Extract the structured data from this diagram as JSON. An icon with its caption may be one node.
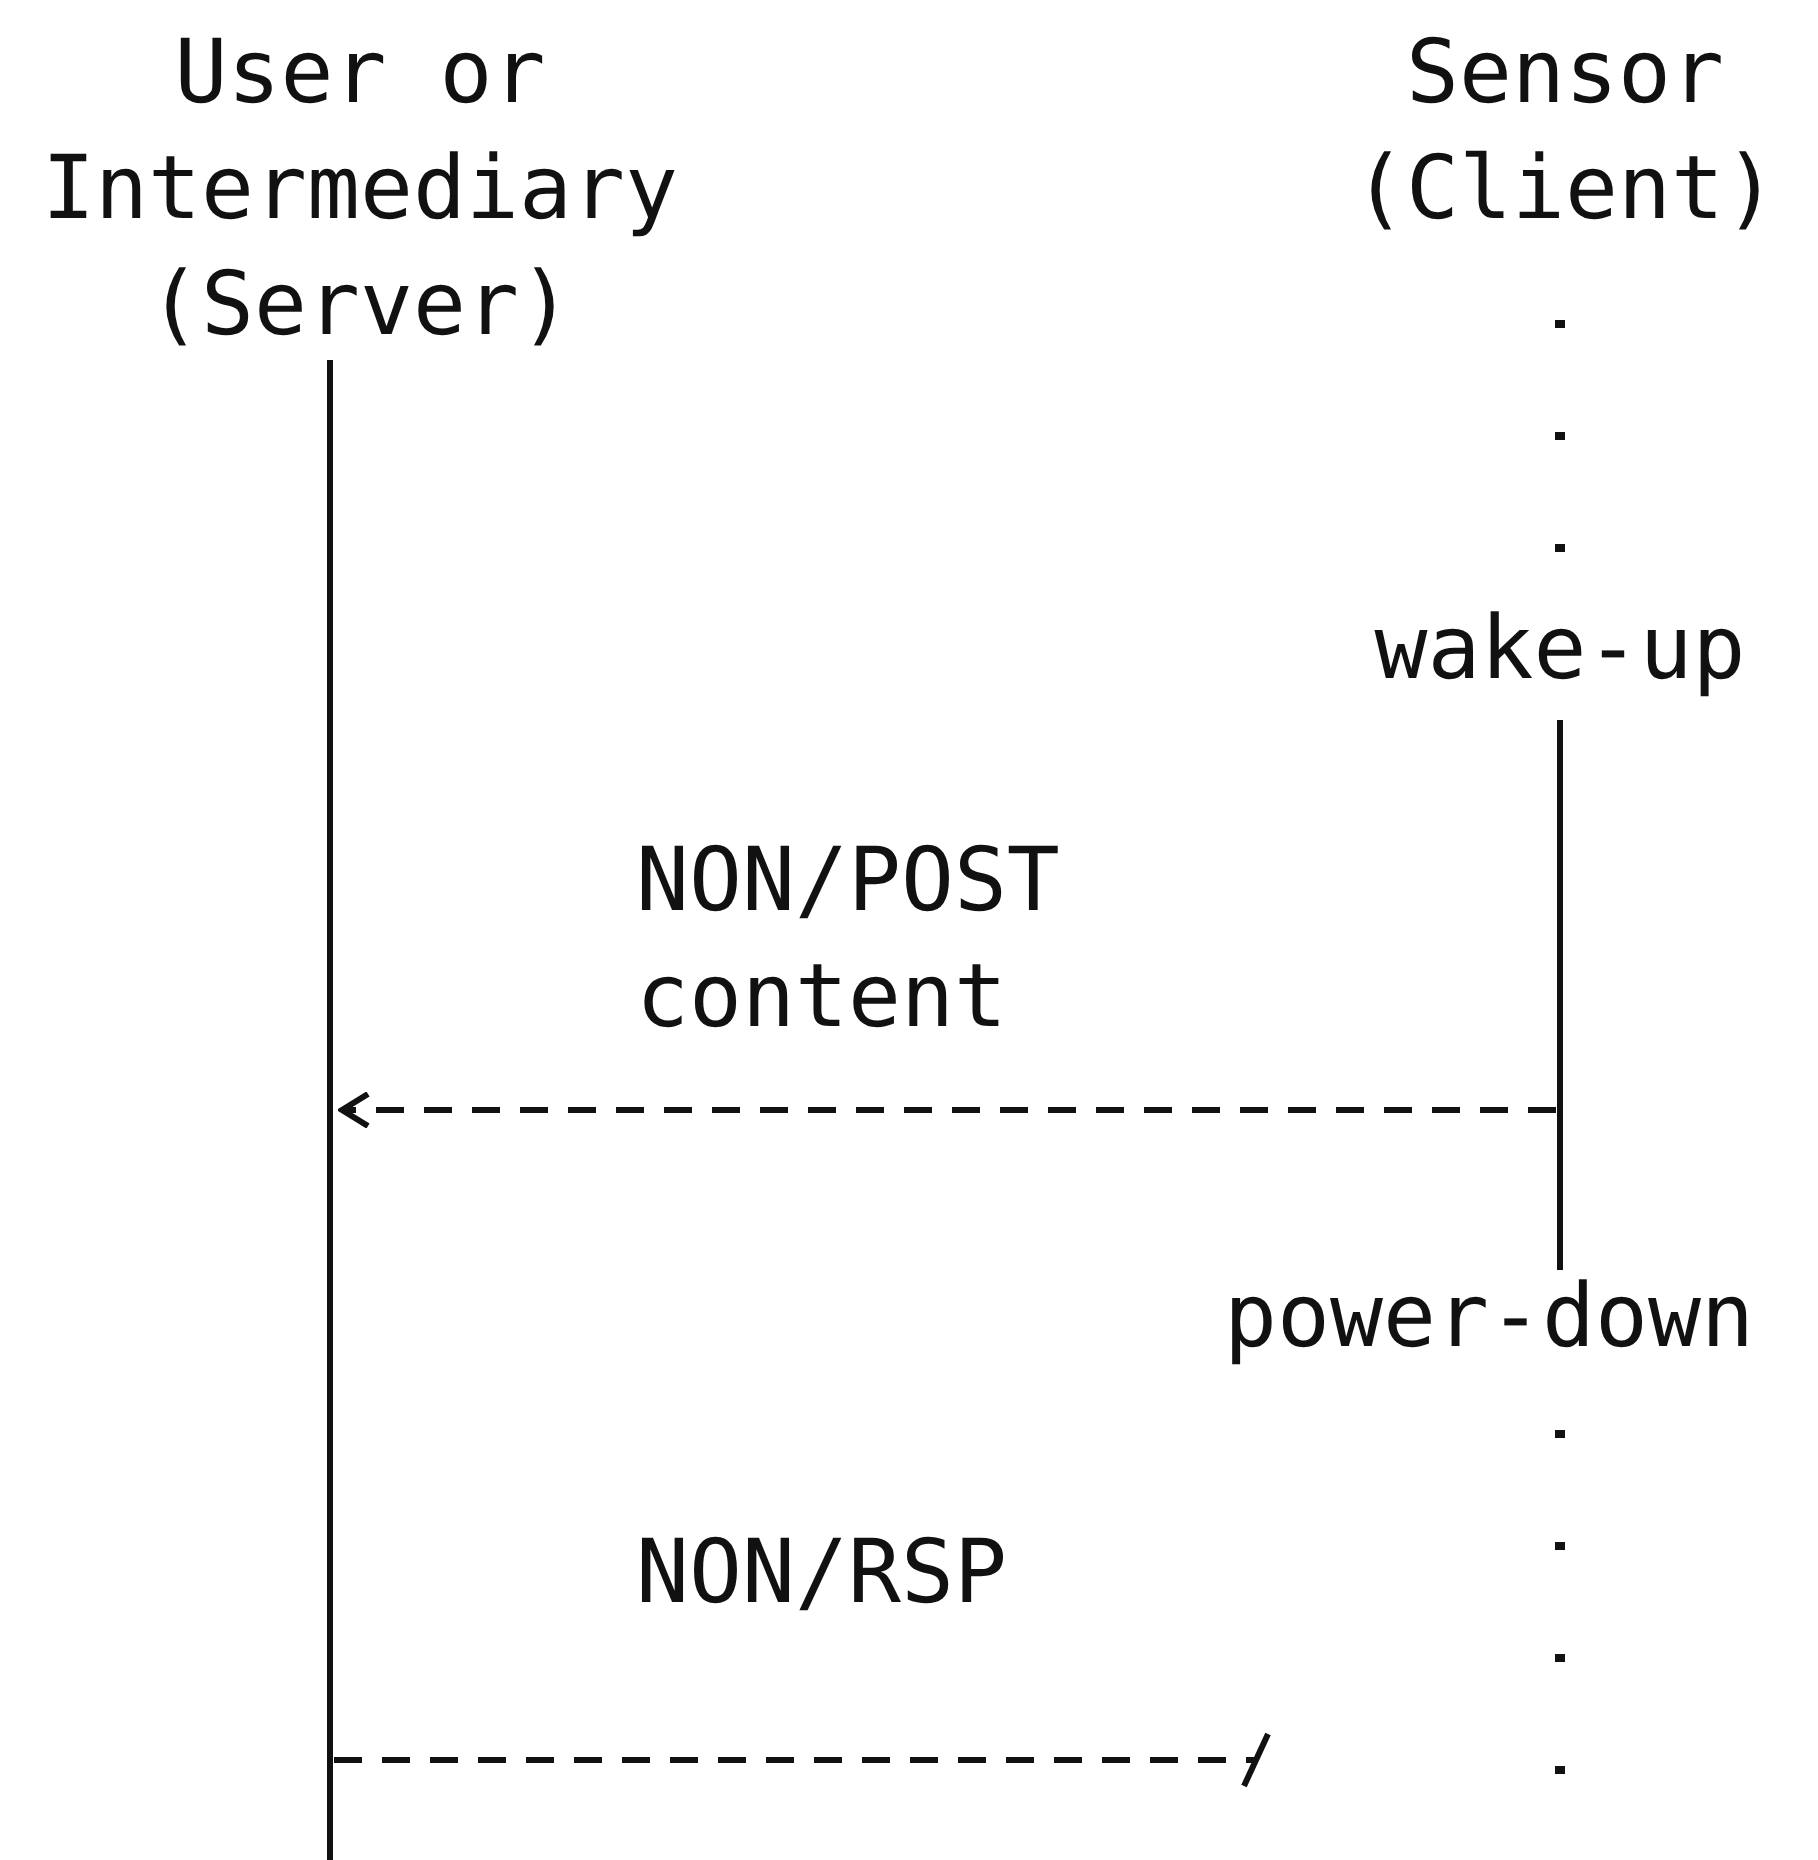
{
  "diagram": {
    "nodes": [
      {
        "text": [
          "User or Intermediary (Server)"
        ]
      },
      {
        "text": [
          "Sensor (Client)"
        ]
      }
    ],
    "edges": [
      {
        "from": 1,
        "to": 0,
        "arrow": "to",
        "style": "dashed",
        "label": "NON/POST content"
      },
      {
        "from": 0,
        "to": null,
        "arrow": "other",
        "style": "dashed",
        "label": "NON/RSP"
      }
    ],
    "labels": [
      "wake-up",
      "power-down"
    ]
  }
}
